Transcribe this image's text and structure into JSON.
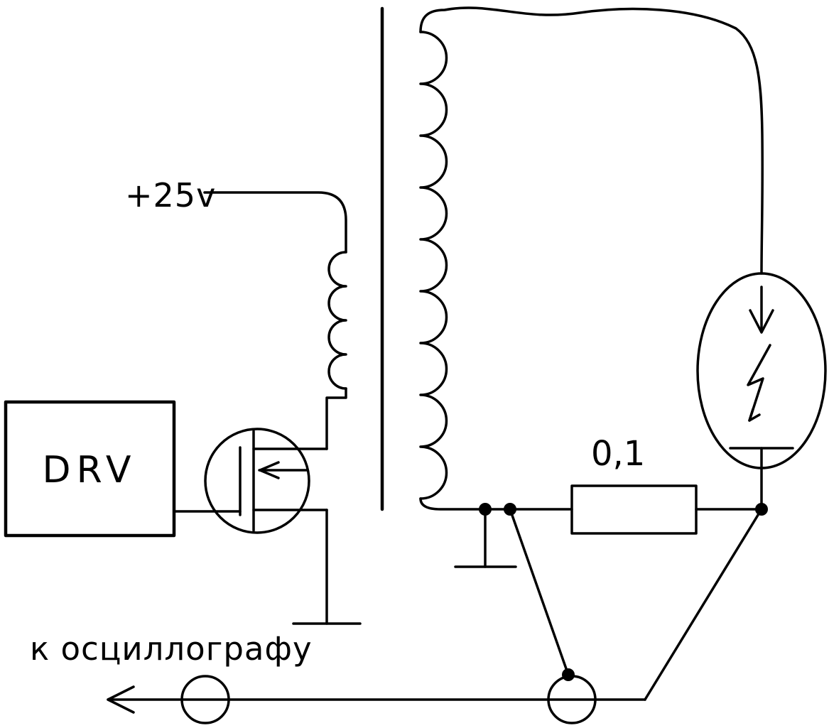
{
  "diagram": {
    "type": "circuit-schematic",
    "labels": {
      "supply_voltage": "+25v",
      "driver_block": "DRV",
      "shunt_resistor_value": "0,1",
      "oscilloscope_note": "к осциллографу"
    },
    "colors": {
      "line": "#000000",
      "background": "#ffffff"
    },
    "components": [
      {
        "name": "driver-box",
        "label": "DRV"
      },
      {
        "name": "n-channel-mosfet"
      },
      {
        "name": "primary-winding"
      },
      {
        "name": "transformer-core"
      },
      {
        "name": "secondary-winding"
      },
      {
        "name": "discharge-gap-lamp"
      },
      {
        "name": "down-arrow-icon"
      },
      {
        "name": "lightning-icon"
      },
      {
        "name": "shunt-resistor",
        "value": "0,1"
      },
      {
        "name": "ground-symbol",
        "count": 2
      },
      {
        "name": "junction-dot",
        "count": 4
      },
      {
        "name": "oscilloscope-lead",
        "label": "к осциллографу"
      }
    ]
  }
}
